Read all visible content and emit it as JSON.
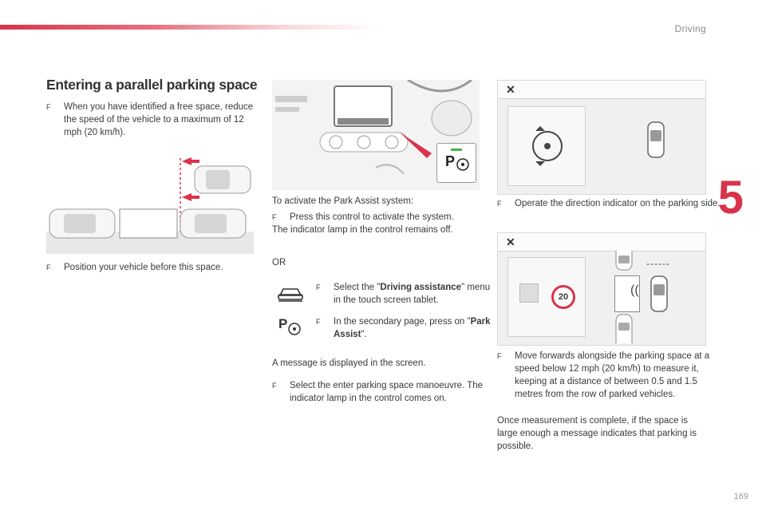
{
  "header": {
    "section": "Driving",
    "chapter": "5",
    "page_number": "169"
  },
  "title": "Entering a parallel parking space",
  "bullet_symbol": "F",
  "col1": {
    "bullet1": "When you have identified a free space, reduce the speed of the vehicle to a maximum of 12 mph (20 km/h).",
    "bullet2": "Position your vehicle before this space."
  },
  "col2": {
    "intro": "To activate the Park Assist system:",
    "bullet1": "Press this control to activate the system.",
    "line1": "The indicator lamp in the control remains off.",
    "or": "OR",
    "select_pre": "Select the \"",
    "select_bold": "Driving assistance",
    "select_post": "\" menu in the touch screen tablet.",
    "secondary_pre": "In the secondary page, press on \"",
    "secondary_bold": "Park Assist",
    "secondary_post": "\".",
    "message": "A message is displayed in the screen.",
    "bullet_enter": "Select the enter parking space manoeuvre. The indicator lamp in the control comes on.",
    "control_letter": "P"
  },
  "col3": {
    "bullet1": "Operate the direction indicator on the parking side.",
    "bullet2": "Move forwards alongside the parking space at a speed below 12 mph (20 km/h) to measure it, keeping at a distance of between 0.5 and 1.5 metres from the row of parked vehicles.",
    "para": "Once measurement is complete, if the space is large enough a message indicates that parking is possible.",
    "screen_close": "✕",
    "speed_sign": "20",
    "dashes": "------"
  },
  "colors": {
    "accent": "#d8334a",
    "text": "#3a3a3a",
    "screen_bg": "#f0f0f0"
  }
}
